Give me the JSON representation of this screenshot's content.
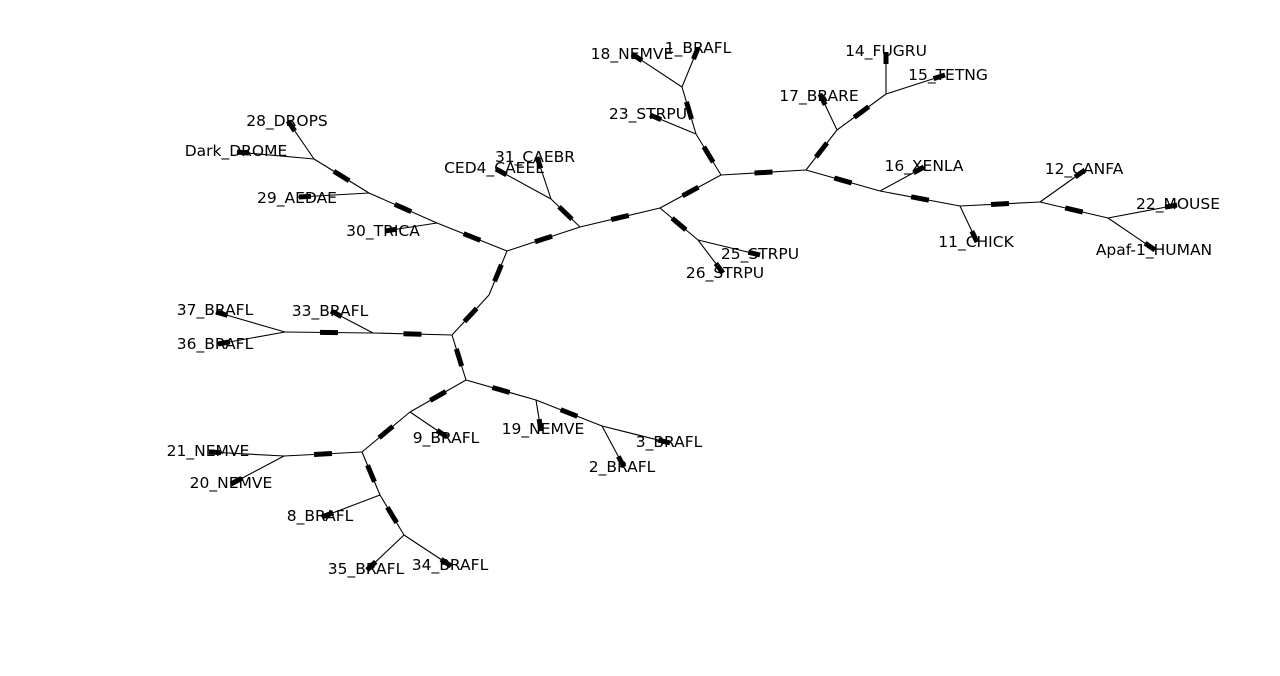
{
  "tree": {
    "leaves": [
      {
        "id": "l1",
        "label": "1_BRAFL"
      },
      {
        "id": "l2",
        "label": "2_BRAFL"
      },
      {
        "id": "l3",
        "label": "3_BRAFL"
      },
      {
        "id": "l8",
        "label": "8_BRAFL"
      },
      {
        "id": "l9",
        "label": "9_BRAFL"
      },
      {
        "id": "l11",
        "label": "11_CHICK"
      },
      {
        "id": "l12",
        "label": "12_CANFA"
      },
      {
        "id": "l14",
        "label": "14_FUGRU"
      },
      {
        "id": "l15",
        "label": "15_TETNG"
      },
      {
        "id": "l16",
        "label": "16_XENLA"
      },
      {
        "id": "l17",
        "label": "17_BRARE"
      },
      {
        "id": "l18",
        "label": "18_NEMVE"
      },
      {
        "id": "l19",
        "label": "19_NEMVE"
      },
      {
        "id": "l20",
        "label": "20_NEMVE"
      },
      {
        "id": "l21",
        "label": "21_NEMVE"
      },
      {
        "id": "l22",
        "label": "22_MOUSE"
      },
      {
        "id": "l23",
        "label": "23_STRPU"
      },
      {
        "id": "l25",
        "label": "25_STRPU"
      },
      {
        "id": "l26",
        "label": "26_STRPU"
      },
      {
        "id": "l28",
        "label": "28_DROPS"
      },
      {
        "id": "l29",
        "label": "29_AEDAE"
      },
      {
        "id": "l30",
        "label": "30_TRICA"
      },
      {
        "id": "l31",
        "label": "31_CAEBR"
      },
      {
        "id": "l33",
        "label": "33_BRAFL"
      },
      {
        "id": "l34",
        "label": "34_BRAFL"
      },
      {
        "id": "l35",
        "label": "35_BRAFL"
      },
      {
        "id": "l36",
        "label": "36_BRAFL"
      },
      {
        "id": "l37",
        "label": "37_BRAFL"
      },
      {
        "id": "lapaf",
        "label": "Apaf-1_HUMAN"
      },
      {
        "id": "lced4",
        "label": "CED4_CAEEL"
      },
      {
        "id": "ldark",
        "label": "Dark_DROME"
      }
    ]
  }
}
